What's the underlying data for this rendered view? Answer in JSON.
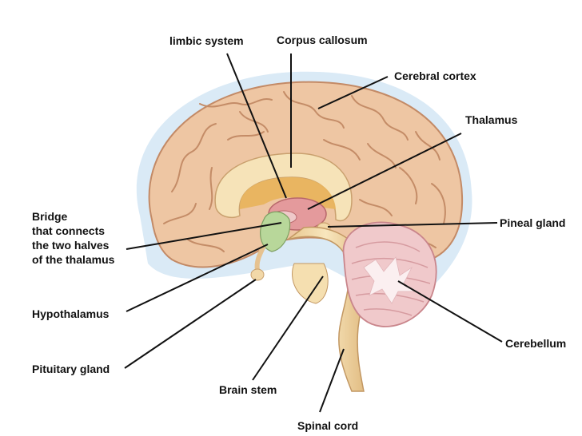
{
  "labels": {
    "limbic_system": "limbic system",
    "corpus_callosum": "Corpus callosum",
    "cerebral_cortex": "Cerebral cortex",
    "thalamus": "Thalamus",
    "bridge": [
      "Bridge",
      "that connects",
      "the two halves",
      "of the thalamus"
    ],
    "pineal_gland": "Pineal gland",
    "hypothalamus": "Hypothalamus",
    "pituitary_gland": "Pituitary gland",
    "cerebellum": "Cerebellum",
    "brain_stem": "Brain stem",
    "spinal_cord": "Spinal cord"
  },
  "colors": {
    "cortex": "#eec6a3",
    "cortex_shadow": "#c9906c",
    "halo": "#cfe3f2",
    "corpus_callosum": "#f6e3b8",
    "limbic": "#e9b764",
    "thalamus": "#e49a9c",
    "bridge": "#b8d79a",
    "brain_stem": "#f3d9a4",
    "cerebellum": "#f0c9cb",
    "cerebellum_white": "#fbeff0",
    "leader": "#111111"
  }
}
